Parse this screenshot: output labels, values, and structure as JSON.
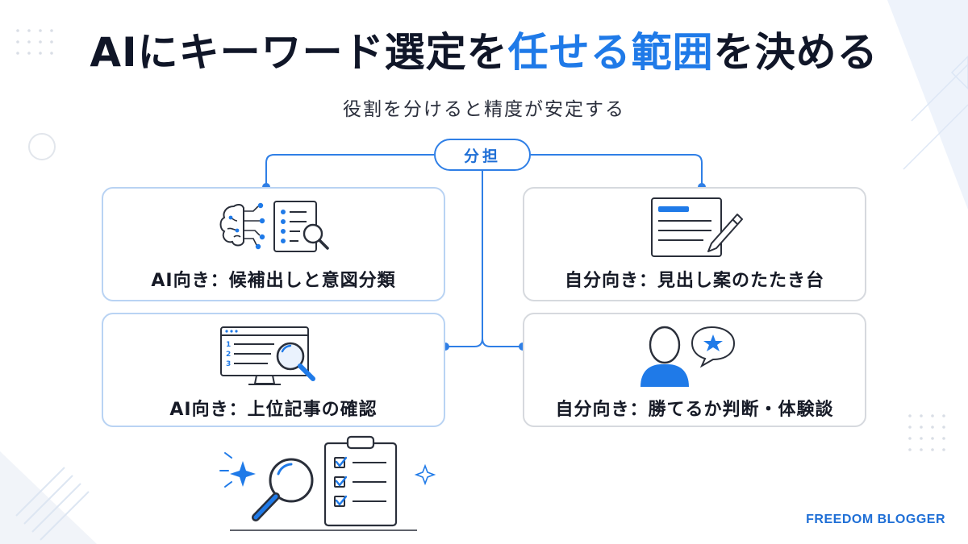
{
  "title": {
    "part1": "AIにキーワード選定を",
    "highlight": "任せる範囲",
    "part2": "を決める"
  },
  "subtitle": "役割を分けると精度が安定する",
  "center_label": "分担",
  "cards": {
    "top_left": "AI向き：候補出しと意図分類",
    "top_right": "自分向き：見出し案のたたき台",
    "bottom_left": "AI向き：上位記事の確認",
    "bottom_right": "自分向き：勝てるか判断・体験談"
  },
  "icons": {
    "top_left": [
      "brain-network-icon",
      "document-search-icon"
    ],
    "top_right": "document-pencil-icon",
    "bottom_left": "monitor-search-icon",
    "bottom_right": "person-star-speech-icon",
    "bottom_decor": "magnifier-checklist-icon"
  },
  "list_numbers": [
    "1",
    "2",
    "3"
  ],
  "brand": "FREEDOM BLOGGER",
  "colors": {
    "accent": "#1f7ae8",
    "title": "#101628",
    "card_border_ai": "#b9d3f3",
    "card_border_self": "#d6d9de"
  }
}
